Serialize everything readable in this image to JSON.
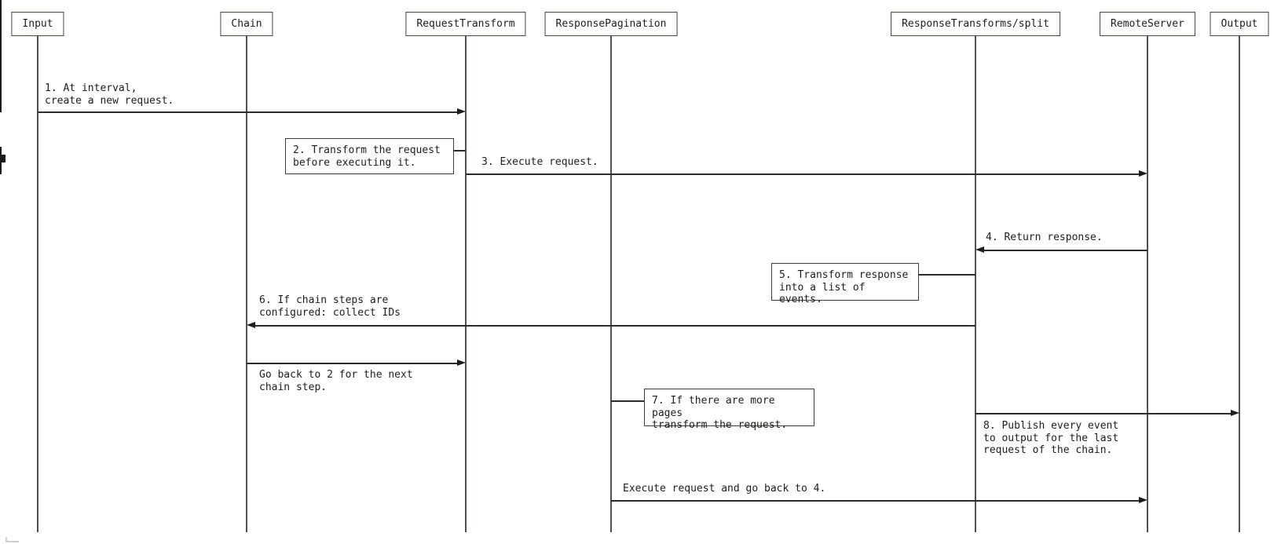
{
  "diagram": {
    "type": "sequence-diagram",
    "line_color": "#2e2c27",
    "box_border_color": "#4a463a",
    "background_color": "#ffffff",
    "actors": [
      {
        "label": "Input"
      },
      {
        "label": "Chain"
      },
      {
        "label": "RequestTransform"
      },
      {
        "label": "ResponsePagination"
      },
      {
        "label": "ResponseTransforms/split"
      },
      {
        "label": "RemoteServer"
      },
      {
        "label": "Output"
      }
    ],
    "messages": [
      {
        "from": "Input",
        "to": "RequestTransform",
        "label": "1. At interval,\ncreate a new request."
      },
      {
        "from": "RequestTransform",
        "to": "RemoteServer",
        "label": "3. Execute request."
      },
      {
        "from": "RemoteServer",
        "to": "ResponseTransforms/split",
        "label": "4. Return response."
      },
      {
        "from": "ResponseTransforms/split",
        "to": "Chain",
        "label": "6. If chain steps are\nconfigured: collect IDs"
      },
      {
        "from": "Chain",
        "to": "RequestTransform",
        "label": "Go back to 2 for the next\nchain step."
      },
      {
        "from": "ResponseTransforms/split",
        "to": "Output",
        "label": "8. Publish every event\nto output for the last\nrequest of the chain."
      },
      {
        "from": "ResponsePagination",
        "to": "RemoteServer",
        "label": "Execute request and go back to 4."
      }
    ],
    "notes": [
      {
        "on": "RequestTransform",
        "label": "2. Transform the request\nbefore executing it."
      },
      {
        "on": "ResponseTransforms/split",
        "label": "5. Transform response\ninto a list of events."
      },
      {
        "on": "ResponsePagination",
        "label": "7. If there are more pages\ntransform the request."
      }
    ]
  }
}
